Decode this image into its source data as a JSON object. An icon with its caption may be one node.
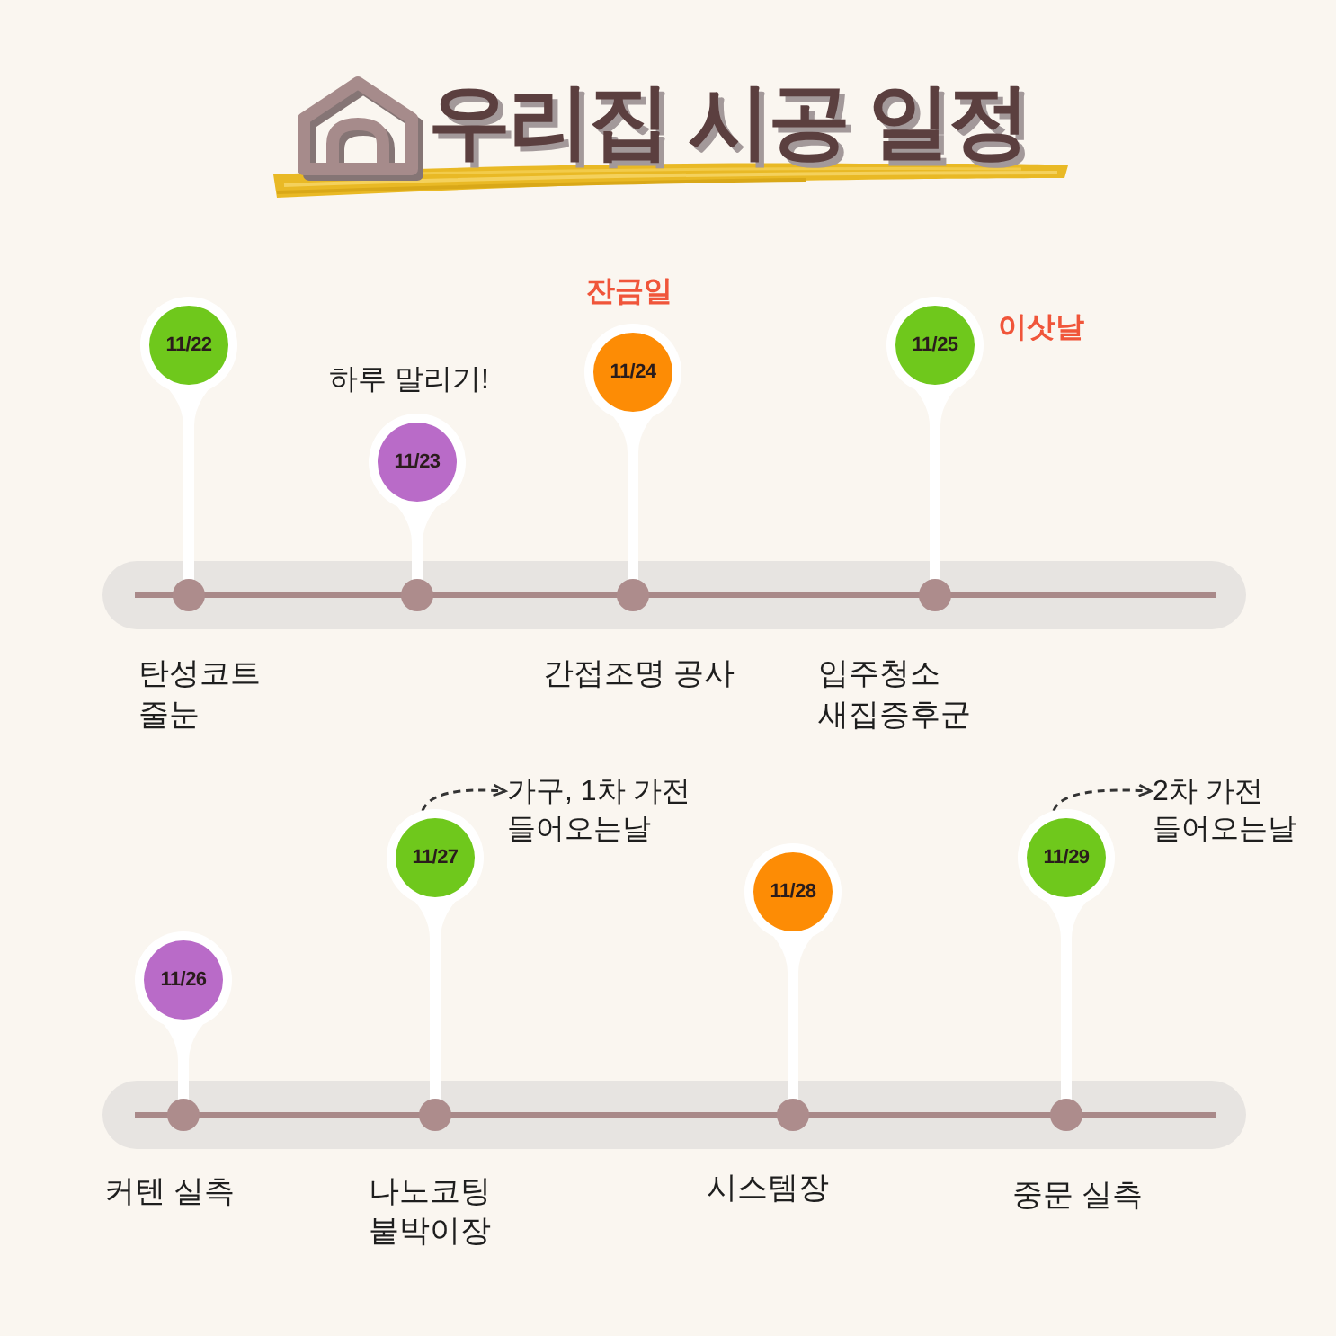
{
  "diagram": {
    "title": "우리집 시공 일정",
    "nodes": [
      {
        "text": [
          "11/22"
        ],
        "beside": [
          "탄성코트",
          "줄눈"
        ]
      },
      {
        "text": [
          "11/23"
        ],
        "beside": [
          "하루 말리기!"
        ]
      },
      {
        "text": [
          "11/24"
        ],
        "beside": [
          "잔금일",
          "간접조명 공사"
        ]
      },
      {
        "text": [
          "11/25"
        ],
        "beside": [
          "이삿날",
          "입주청소",
          "새집증후군"
        ]
      },
      {
        "text": [
          "11/26"
        ],
        "beside": [
          "커텐 실측"
        ]
      },
      {
        "text": [
          "11/27"
        ],
        "beside": [
          "나노코팅",
          "붙박이장"
        ]
      },
      {
        "text": [
          "가구, 1차 가전 들어오는날"
        ]
      },
      {
        "text": [
          "11/28"
        ],
        "beside": [
          "시스템장"
        ]
      },
      {
        "text": [
          "11/29"
        ],
        "beside": [
          "중문 실측"
        ]
      },
      {
        "text": [
          "2차 가전 들어오는날"
        ]
      }
    ],
    "edges": [
      {
        "from": 5,
        "to": 6,
        "arrow": "to",
        "style": "dashed"
      },
      {
        "from": 8,
        "to": 9,
        "arrow": "to",
        "style": "dashed"
      }
    ]
  }
}
